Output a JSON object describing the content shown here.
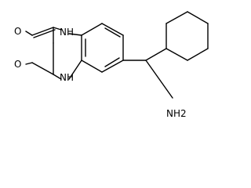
{
  "structure": {
    "labels": {
      "o_top": "O",
      "o_bottom": "O",
      "nh_top": "NH",
      "nh_bottom": "NH",
      "amine": "NH2"
    },
    "colors": {
      "bond": "#000000",
      "label": "#000000",
      "background": "#ffffff"
    }
  }
}
